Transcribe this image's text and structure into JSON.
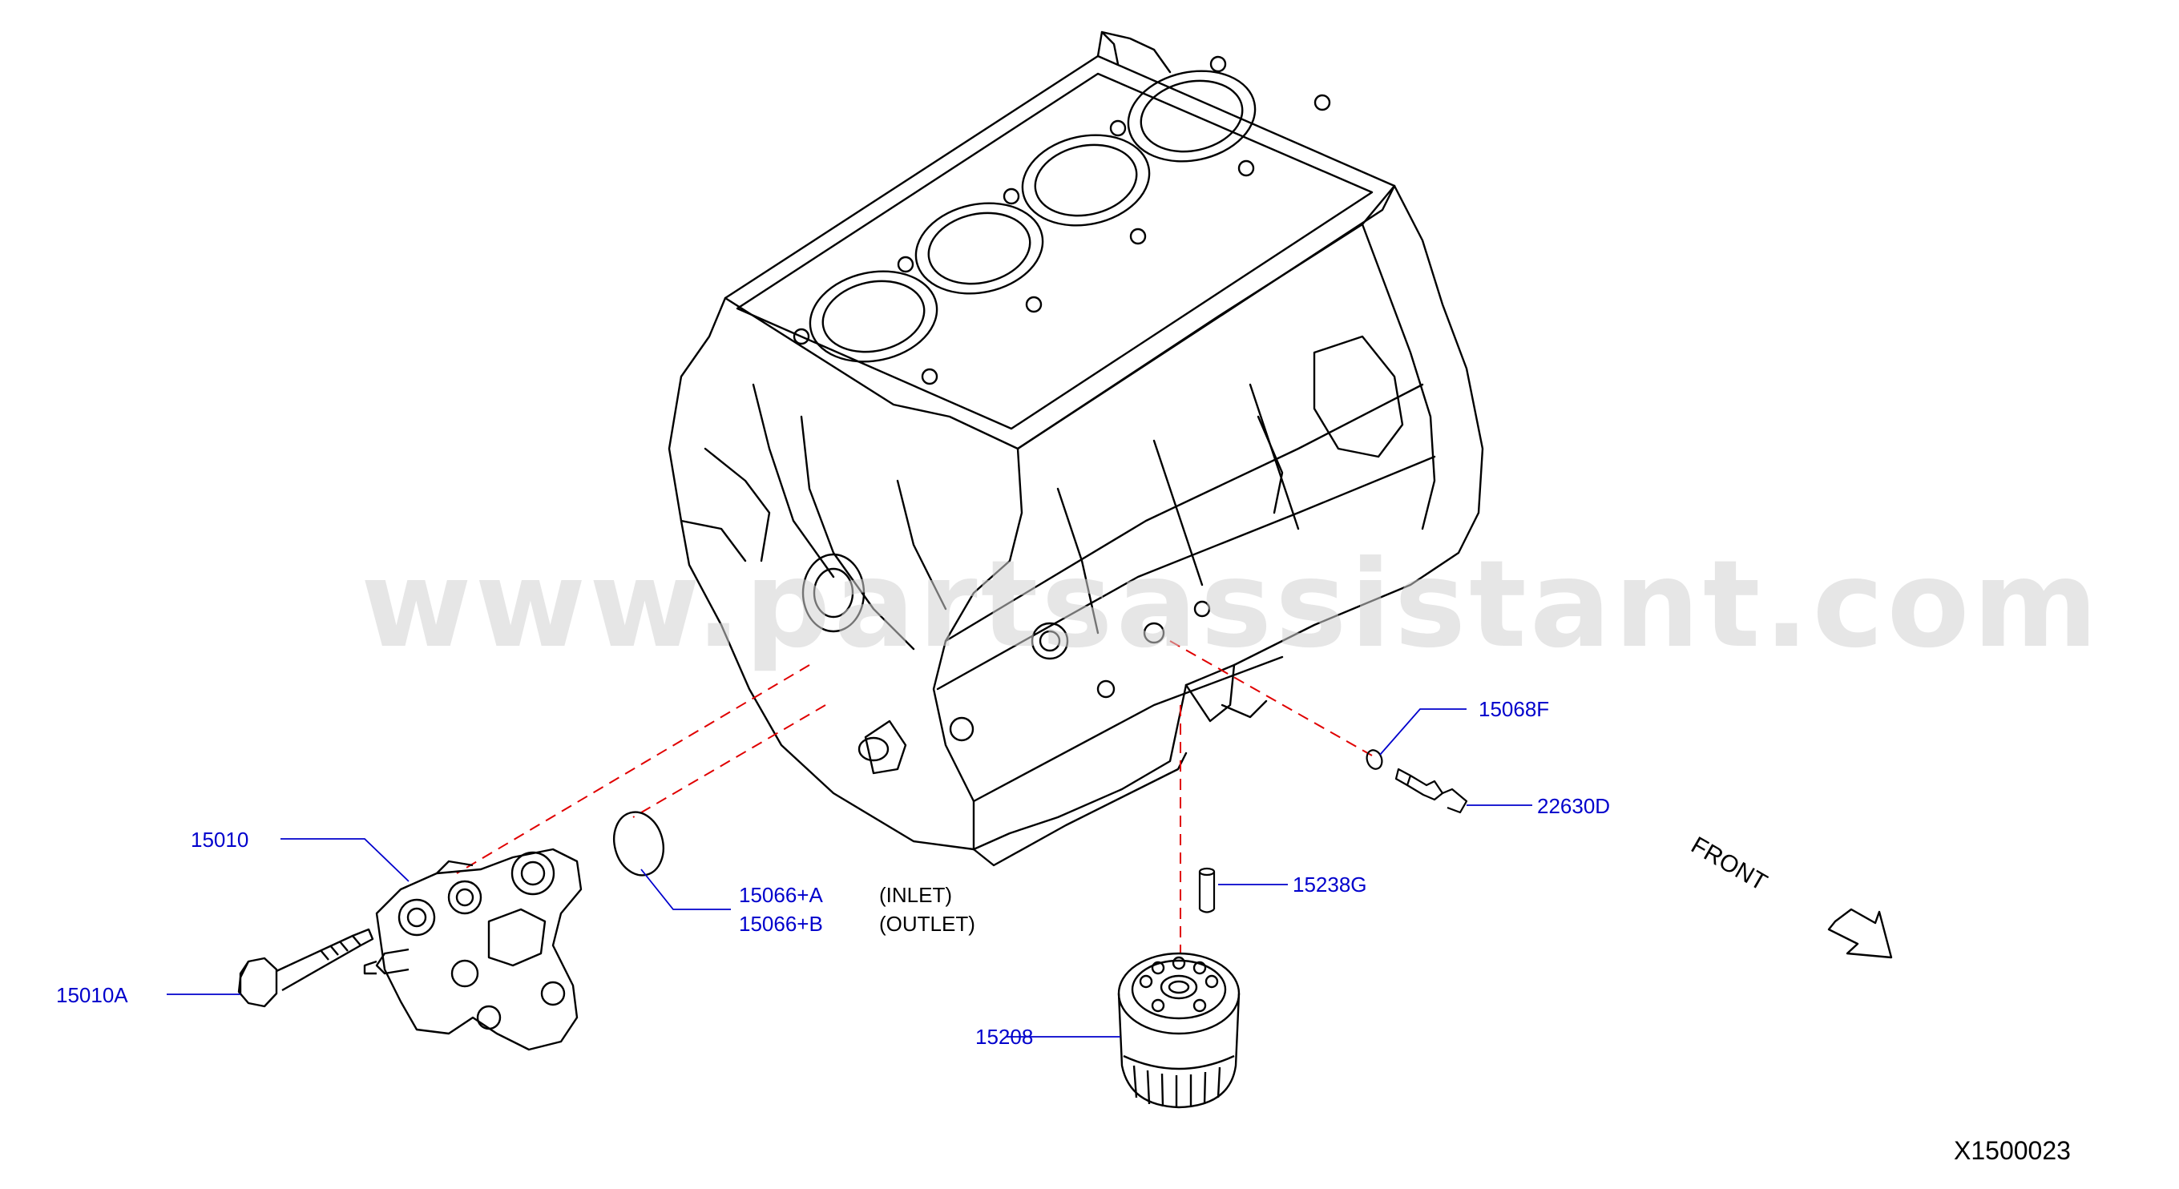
{
  "watermark": "www.partsassistant.com",
  "diagram_code": "X1500023",
  "front_marker": "FRONT",
  "colors": {
    "line_art": "#000000",
    "callout": "#0000cc",
    "guide_dash": "#e00000",
    "watermark": "#d3d3d3",
    "note_text": "#000000"
  },
  "parts": [
    {
      "id": "15010",
      "label": "15010"
    },
    {
      "id": "15010A",
      "label": "15010A"
    },
    {
      "id": "15066A",
      "label": "15066+A",
      "note": "(INLET)"
    },
    {
      "id": "15066B",
      "label": "15066+B",
      "note": "(OUTLET)"
    },
    {
      "id": "15068F",
      "label": "15068F"
    },
    {
      "id": "22630D",
      "label": "22630D"
    },
    {
      "id": "15238G",
      "label": "15238G"
    },
    {
      "id": "15208",
      "label": "15208"
    }
  ]
}
